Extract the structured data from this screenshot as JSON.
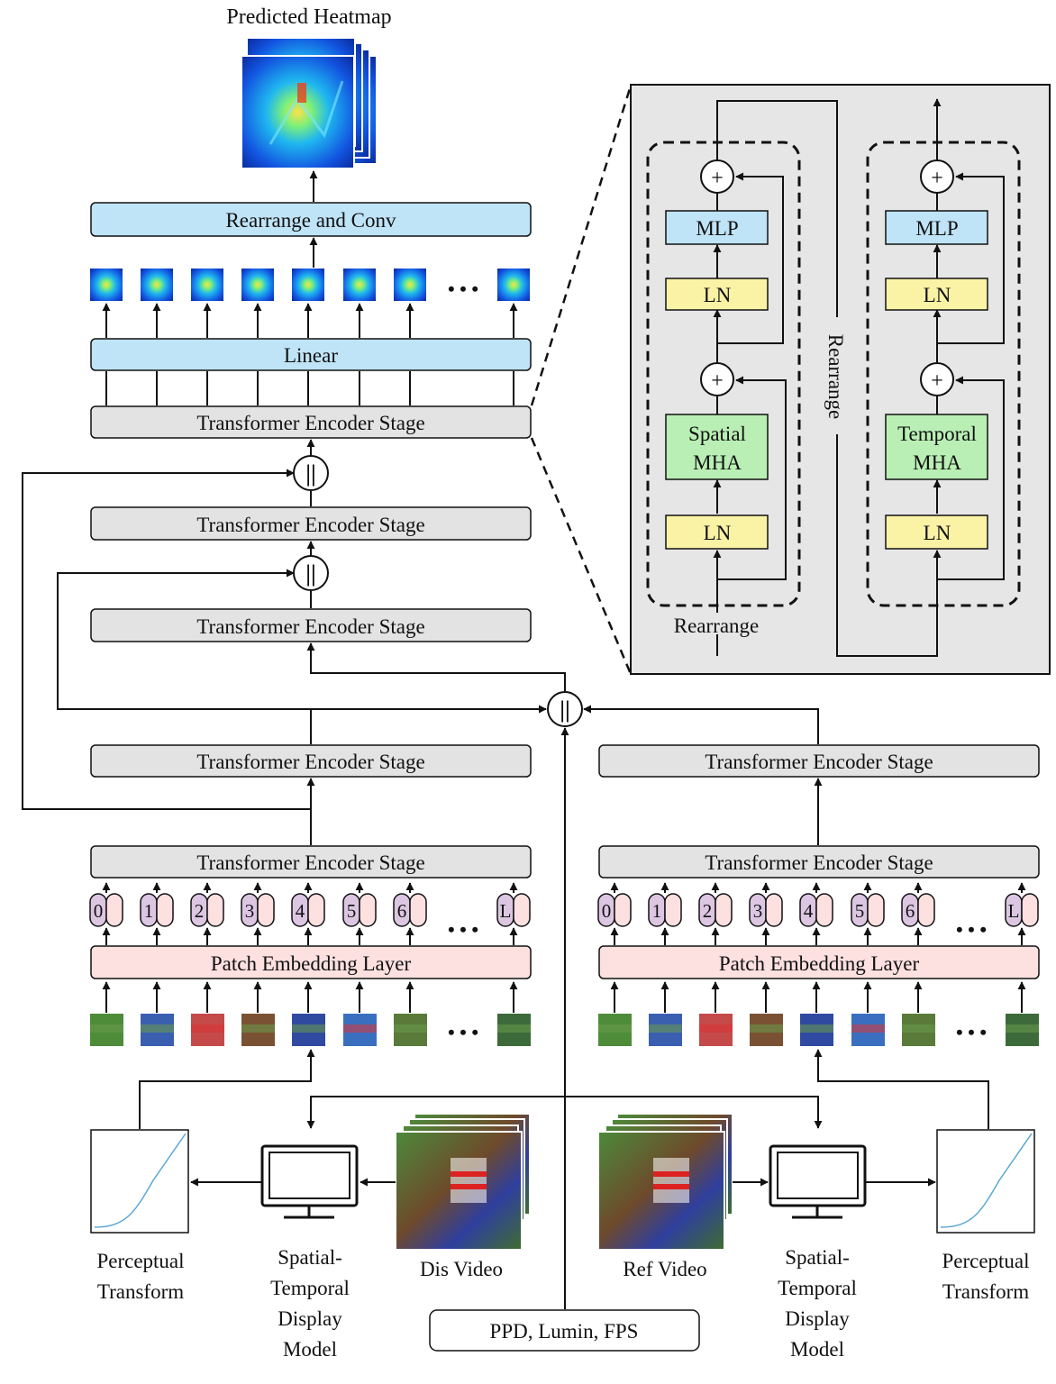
{
  "title": "Predicted Heatmap",
  "blocks": {
    "rearrange_conv": "Rearrange and Conv",
    "linear": "Linear",
    "stage": "Transformer Encoder Stage",
    "patch_embedding": "Patch Embedding Layer",
    "params": "PPD, Lumin, FPS",
    "concat": "||",
    "plus": "+"
  },
  "tokens": [
    "0",
    "1",
    "2",
    "3",
    "4",
    "5",
    "6",
    "L"
  ],
  "ellipsis": "• • •",
  "videos": {
    "dis": "Dis Video",
    "ref": "Ref Video"
  },
  "display_model": {
    "line1": "Spatial-",
    "line2": "Temporal",
    "line3": "Display",
    "line4": "Model"
  },
  "perceptual": {
    "line1": "Perceptual",
    "line2": "Transform"
  },
  "detail": {
    "mlp": "MLP",
    "ln": "LN",
    "spatial_line1": "Spatial",
    "spatial_line2": "MHA",
    "temporal_line1": "Temporal",
    "temporal_line2": "MHA",
    "rearrange": "Rearrange"
  },
  "colors": {
    "stage_fill": "#e3e3e3",
    "linear_fill": "#bfe3f7",
    "patch_fill": "#fde0e0",
    "token_fill": "#dcc6e2",
    "ln_fill": "#faf3a6",
    "mha_fill": "#b9efb4",
    "detail_bg": "#e6e6e6",
    "curve": "#5aa7d6"
  }
}
